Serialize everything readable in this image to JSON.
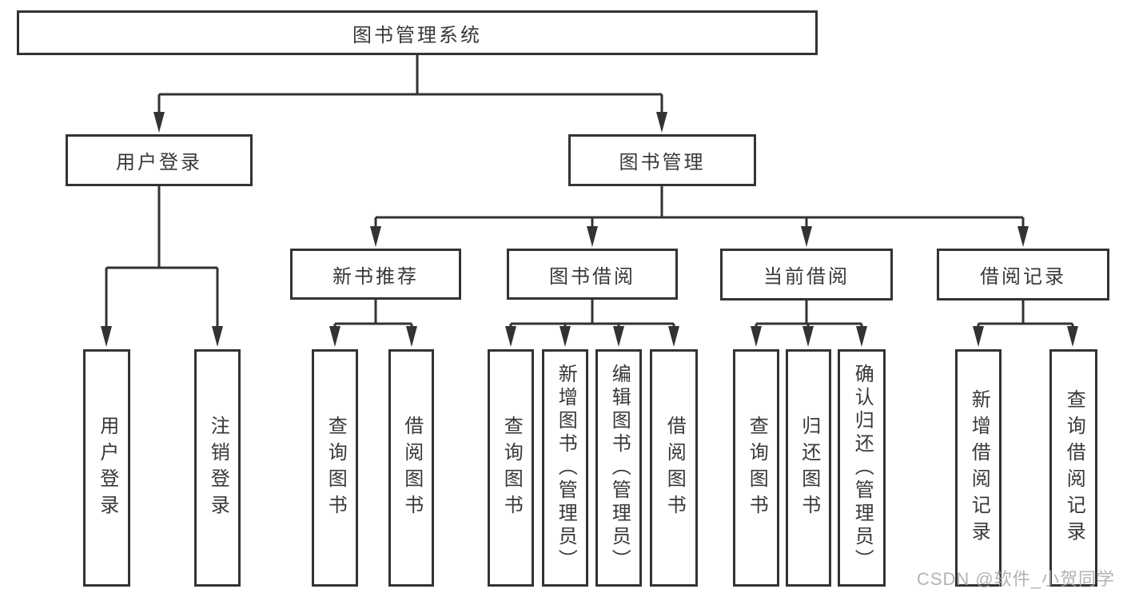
{
  "watermark": "CSDN @软件_小贺同学",
  "colors": {
    "line": "#333333",
    "text": "#383838",
    "background": "#ffffff",
    "watermark": "#a6a6a6"
  },
  "diagram": {
    "type": "hierarchy",
    "root": {
      "label": "图书管理系统"
    },
    "branches": [
      {
        "label": "用户登录",
        "children": [
          {
            "label": "用户登录"
          },
          {
            "label": "注销登录"
          }
        ]
      },
      {
        "label": "图书管理",
        "children": [
          {
            "label": "新书推荐",
            "children": [
              {
                "label": "查询图书"
              },
              {
                "label": "借阅图书"
              }
            ]
          },
          {
            "label": "图书借阅",
            "children": [
              {
                "label": "查询图书"
              },
              {
                "label": "新增图书（管理员）"
              },
              {
                "label": "编辑图书（管理员）"
              },
              {
                "label": "借阅图书"
              }
            ]
          },
          {
            "label": "当前借阅",
            "children": [
              {
                "label": "查询图书"
              },
              {
                "label": "归还图书"
              },
              {
                "label": "确认归还（管理员）"
              }
            ]
          },
          {
            "label": "借阅记录",
            "children": [
              {
                "label": "新增借阅记录"
              },
              {
                "label": "查询借阅记录"
              }
            ]
          }
        ]
      }
    ]
  }
}
